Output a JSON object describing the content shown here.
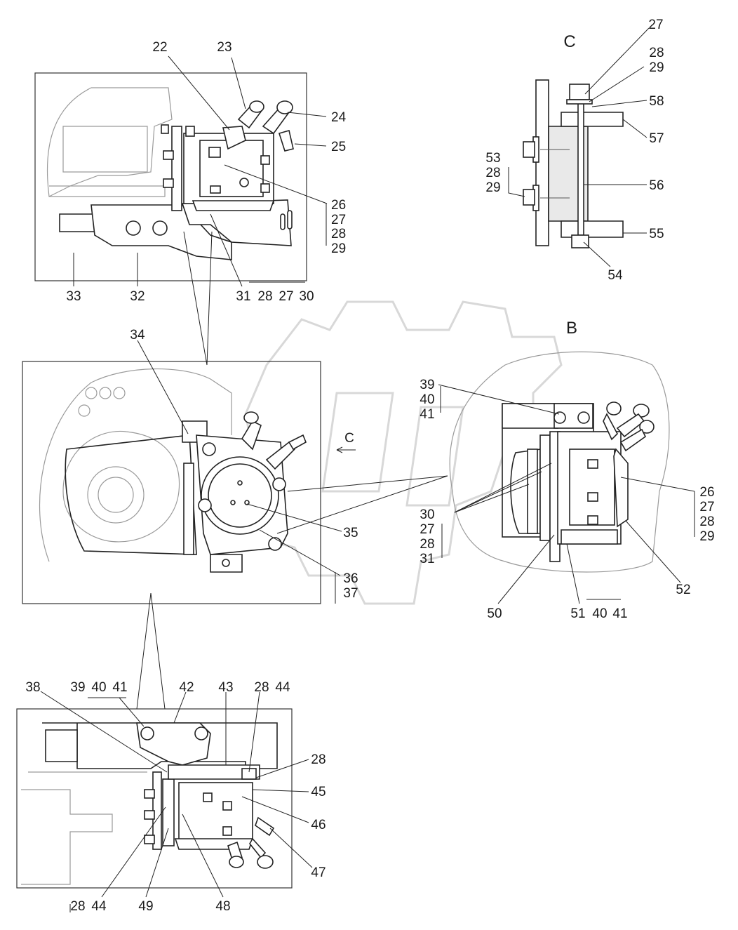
{
  "views": {
    "c_label": "C",
    "b_label": "B",
    "arrow_c_label": "C"
  },
  "callouts": {
    "top_detail": [
      "22",
      "23",
      "24",
      "25",
      "26",
      "27",
      "28",
      "29",
      "33",
      "32",
      "31",
      "28",
      "27",
      "30"
    ],
    "section_c": [
      "27",
      "28",
      "29",
      "58",
      "57",
      "53",
      "28",
      "29",
      "56",
      "55",
      "54"
    ],
    "main_view": [
      "34",
      "35",
      "36",
      "37"
    ],
    "view_b": [
      "39",
      "40",
      "41",
      "26",
      "27",
      "28",
      "29",
      "30",
      "27",
      "28",
      "31",
      "52",
      "50",
      "51",
      "40",
      "41"
    ],
    "bottom_detail": [
      "38",
      "39",
      "40",
      "41",
      "42",
      "43",
      "28",
      "44",
      "28",
      "45",
      "46",
      "47",
      "28",
      "44",
      "49",
      "48"
    ]
  }
}
